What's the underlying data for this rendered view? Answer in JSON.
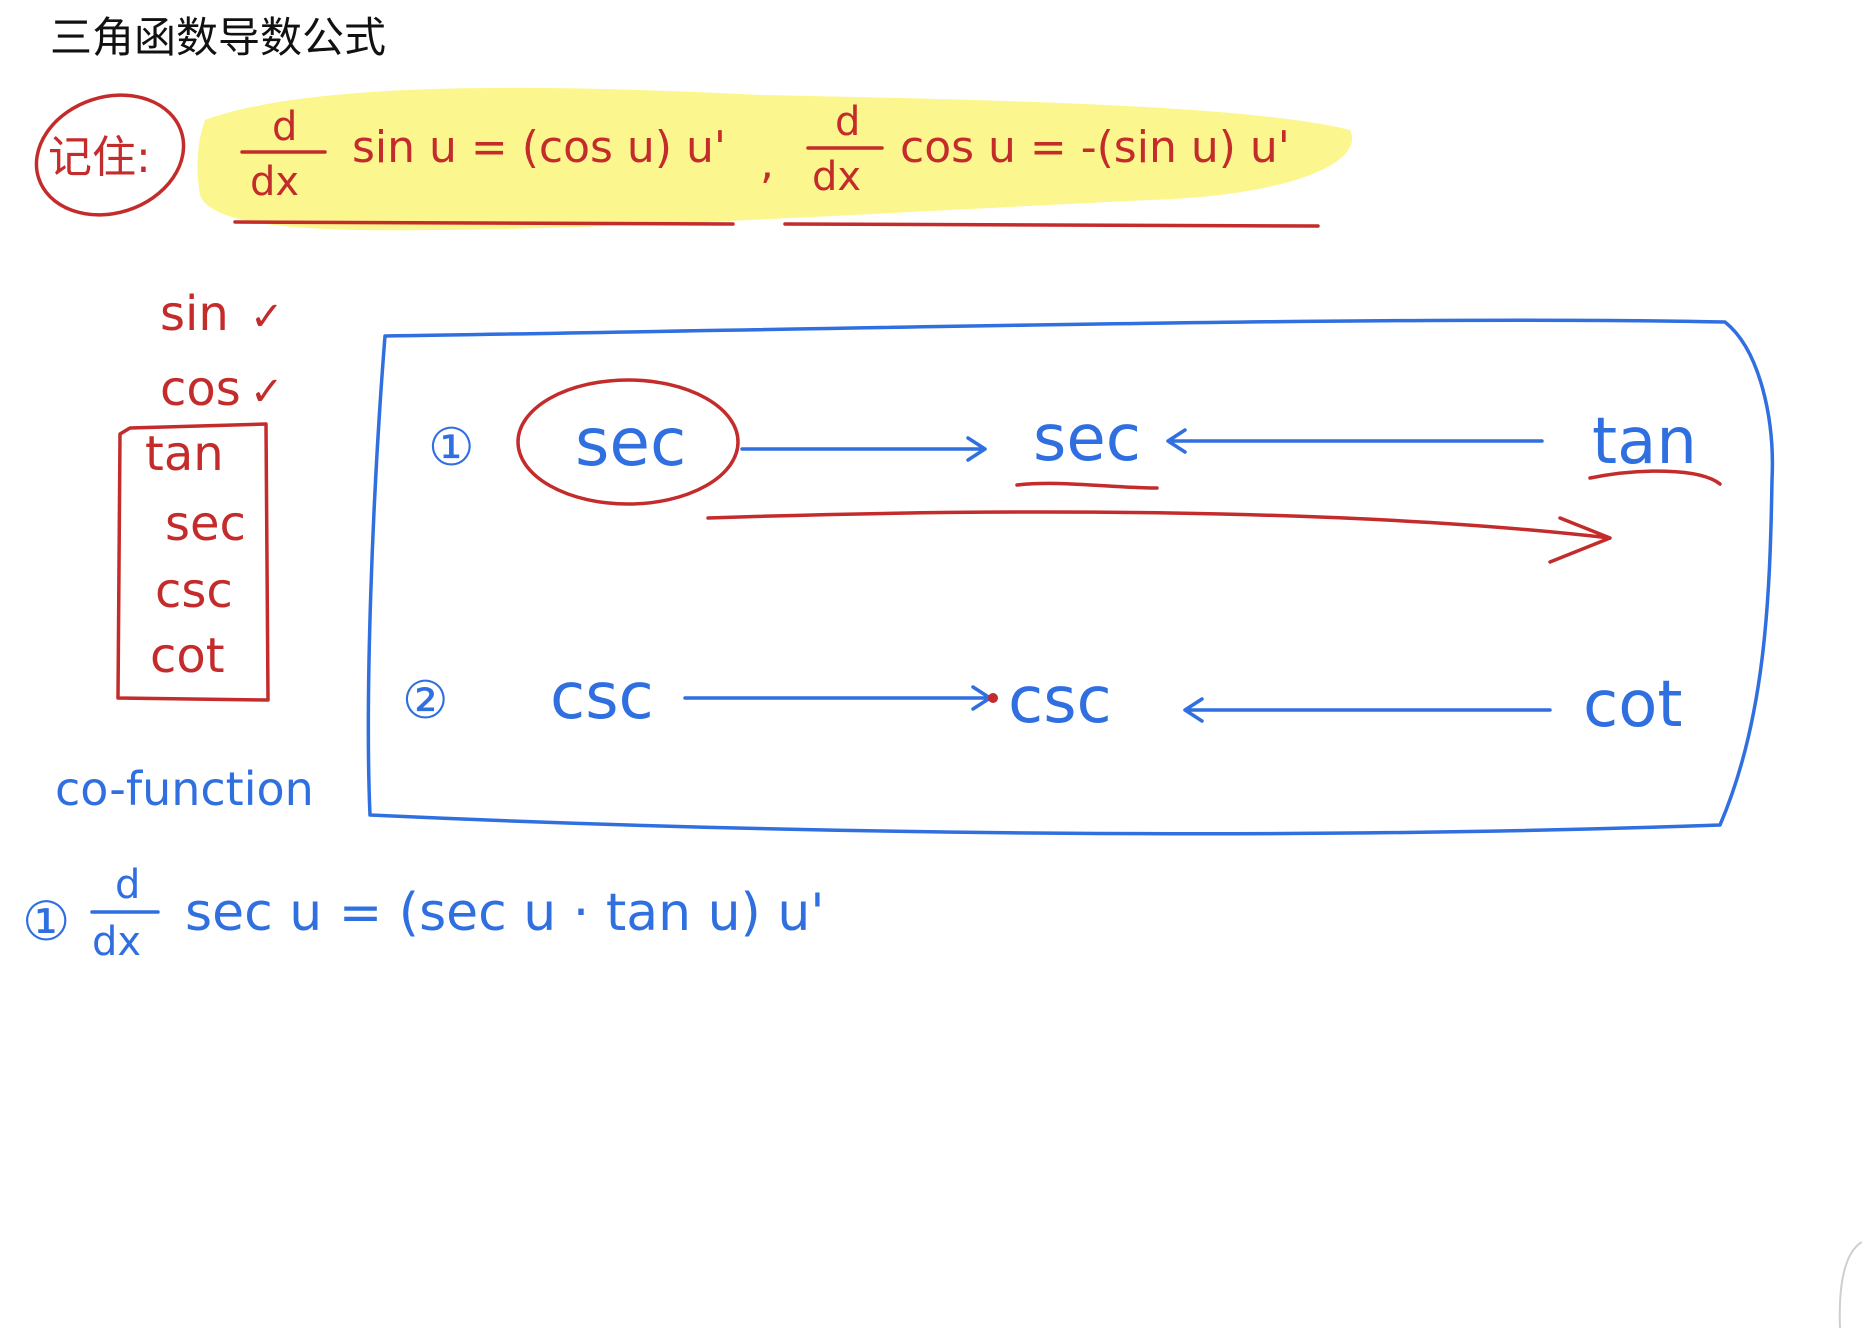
{
  "title": "三角函数导数公式",
  "remember": {
    "label": "记住:",
    "formula1": {
      "numerator": "d",
      "denominator": "dx",
      "expression": "sin u = (cos u) u'"
    },
    "separator": ",",
    "formula2": {
      "numerator": "d",
      "denominator": "dx",
      "expression": "cos u = -(sin u) u'"
    }
  },
  "function_list": {
    "checked": [
      {
        "name": "sin",
        "mark": "✓"
      },
      {
        "name": "cos",
        "mark": "✓"
      }
    ],
    "boxed": [
      "tan",
      "sec",
      "csc",
      "cot"
    ],
    "caption": "co-function"
  },
  "diagram": {
    "row1": {
      "number": "①",
      "left": "sec",
      "middle": "sec",
      "right": "tan"
    },
    "row2": {
      "number": "②",
      "left": "csc",
      "middle": "csc",
      "right": "cot"
    }
  },
  "derived": {
    "number": "①",
    "numerator": "d",
    "denominator": "dx",
    "expression": "sec u = (sec u · tan u) u'"
  },
  "colors": {
    "red_ink": "#c42b2b",
    "blue_ink": "#2f6fe0",
    "highlight": "#fbf47a"
  }
}
